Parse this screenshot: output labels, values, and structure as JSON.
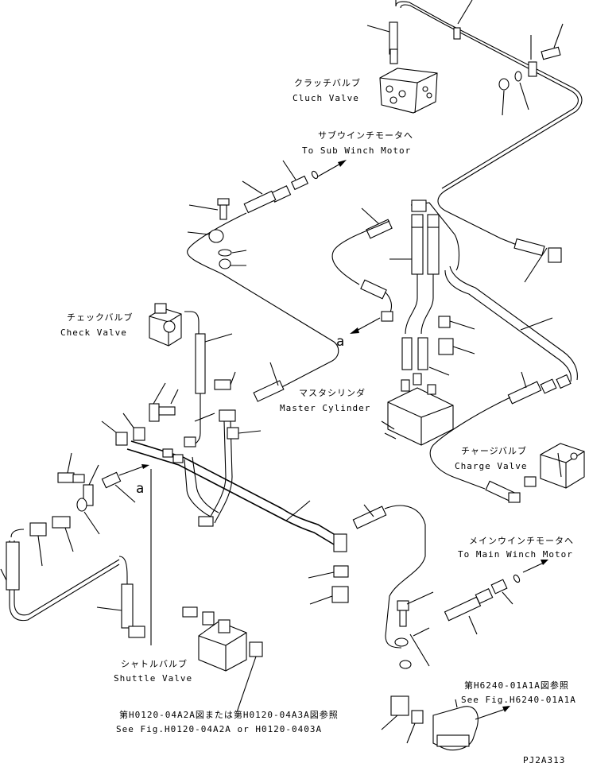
{
  "labels": {
    "clutch_valve_jp": "クラッチバルブ",
    "clutch_valve_en": "Cluch Valve",
    "sub_winch_jp": "サブウインチモータへ",
    "sub_winch_en": "To Sub Winch Motor",
    "check_valve_jp": "チェックバルブ",
    "check_valve_en": "Check Valve",
    "master_cyl_jp": "マスタシリンダ",
    "master_cyl_en": "Master Cylinder",
    "charge_valve_jp": "チャージバルブ",
    "charge_valve_en": "Charge Valve",
    "main_winch_jp": "メインウインチモータへ",
    "main_winch_en": "To Main Winch Motor",
    "shuttle_valve_jp": "シャトルバルブ",
    "shuttle_valve_en": "Shuttle Valve",
    "ref_jp_1": "第H0120-04A2A図または第H0120-04A3A図参照",
    "ref_en_1": "See Fig.H0120-04A2A or H0120-0403A",
    "ref_jp_2": "第H6240-01A1A図参照",
    "ref_en_2": "See Fig.H6240-01A1A",
    "detail_a_1": "a",
    "detail_a_2": "a",
    "drawing_no": "PJ2A313"
  }
}
